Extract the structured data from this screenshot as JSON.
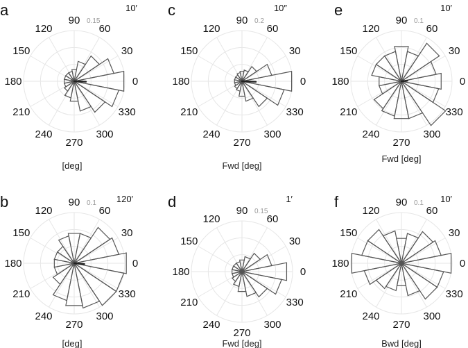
{
  "chart_data": [
    {
      "type": "polar_histogram",
      "panel": "a",
      "time_label": "10′",
      "ring_label": "0.15",
      "rmax": 0.15,
      "xlabel": "[deg]",
      "angle_ticks": [
        "0",
        "30",
        "60",
        "90",
        "120",
        "150",
        "180",
        "210",
        "240",
        "270",
        "300",
        "330"
      ],
      "bin_centers_deg": [
        0,
        22.5,
        45,
        67.5,
        90,
        112.5,
        135,
        157.5,
        180,
        202.5,
        225,
        247.5,
        270,
        292.5,
        315,
        337.5
      ],
      "values": [
        0.15,
        0.12,
        0.09,
        0.06,
        0.035,
        0.03,
        0.03,
        0.03,
        0.03,
        0.03,
        0.035,
        0.05,
        0.06,
        0.09,
        0.11,
        0.135
      ],
      "mean_vector": {
        "angle_deg": -2,
        "length": 0.035
      }
    },
    {
      "type": "polar_histogram",
      "panel": "c",
      "time_label": "10″",
      "ring_label": "0.2",
      "rmax": 0.2,
      "xlabel": "Fwd [deg]",
      "angle_ticks": [
        "0",
        "30",
        "60",
        "90",
        "120",
        "150",
        "180",
        "210",
        "240",
        "270",
        "300",
        "330"
      ],
      "bin_centers_deg": [
        0,
        22.5,
        45,
        67.5,
        90,
        112.5,
        135,
        157.5,
        180,
        202.5,
        225,
        247.5,
        270,
        292.5,
        315,
        337.5
      ],
      "values": [
        0.2,
        0.12,
        0.07,
        0.045,
        0.04,
        0.035,
        0.03,
        0.03,
        0.03,
        0.03,
        0.035,
        0.04,
        0.06,
        0.08,
        0.12,
        0.17
      ],
      "mean_vector": {
        "angle_deg": -2,
        "length": 0.055
      }
    },
    {
      "type": "polar_histogram",
      "panel": "e",
      "time_label": "10′",
      "ring_label": "0.1",
      "rmax": 0.1,
      "xlabel": "Fwd [deg]",
      "angle_ticks": [
        "0",
        "30",
        "60",
        "90",
        "120",
        "150",
        "180",
        "210",
        "240",
        "270",
        "300",
        "330"
      ],
      "bin_centers_deg": [
        0,
        22.5,
        45,
        67.5,
        90,
        112.5,
        135,
        157.5,
        180,
        202.5,
        225,
        247.5,
        270,
        292.5,
        315,
        337.5
      ],
      "values": [
        0.08,
        0.07,
        0.09,
        0.06,
        0.07,
        0.06,
        0.06,
        0.06,
        0.045,
        0.045,
        0.065,
        0.07,
        0.075,
        0.075,
        0.105,
        0.075
      ],
      "mean_vector": {
        "angle_deg": 5,
        "length": 0.012
      }
    },
    {
      "type": "polar_histogram",
      "panel": "b",
      "time_label": "120′",
      "ring_label": "0.1",
      "rmax": 0.1,
      "xlabel": "[deg]",
      "angle_ticks": [
        "0",
        "30",
        "60",
        "90",
        "120",
        "150",
        "180",
        "210",
        "240",
        "270",
        "300",
        "330"
      ],
      "bin_centers_deg": [
        0,
        22.5,
        45,
        67.5,
        90,
        112.5,
        135,
        157.5,
        180,
        202.5,
        225,
        247.5,
        270,
        292.5,
        315,
        337.5
      ],
      "values": [
        0.105,
        0.09,
        0.085,
        0.06,
        0.06,
        0.055,
        0.04,
        0.04,
        0.04,
        0.04,
        0.05,
        0.075,
        0.085,
        0.09,
        0.1,
        0.1
      ],
      "mean_vector": {
        "angle_deg": -4,
        "length": 0.02
      }
    },
    {
      "type": "polar_histogram",
      "panel": "d",
      "time_label": "1′",
      "ring_label": "0.15",
      "rmax": 0.15,
      "xlabel": "Fwd [deg]",
      "angle_ticks": [
        "0",
        "30",
        "60",
        "90",
        "120",
        "150",
        "180",
        "210",
        "240",
        "270",
        "300",
        "330"
      ],
      "bin_centers_deg": [
        0,
        22.5,
        45,
        67.5,
        90,
        112.5,
        135,
        157.5,
        180,
        202.5,
        225,
        247.5,
        270,
        292.5,
        315,
        337.5
      ],
      "values": [
        0.135,
        0.09,
        0.065,
        0.045,
        0.035,
        0.03,
        0.03,
        0.03,
        0.03,
        0.03,
        0.035,
        0.045,
        0.06,
        0.075,
        0.09,
        0.12
      ],
      "mean_vector": {
        "angle_deg": 0,
        "length": 0.0
      }
    },
    {
      "type": "polar_histogram",
      "panel": "f",
      "time_label": "10′",
      "ring_label": "0.1",
      "rmax": 0.1,
      "xlabel": "Bwd [deg]",
      "angle_ticks": [
        "0",
        "30",
        "60",
        "90",
        "120",
        "150",
        "180",
        "210",
        "240",
        "270",
        "300",
        "330"
      ],
      "bin_centers_deg": [
        0,
        22.5,
        45,
        67.5,
        90,
        112.5,
        135,
        157.5,
        180,
        202.5,
        225,
        247.5,
        270,
        292.5,
        315,
        337.5
      ],
      "values": [
        0.1,
        0.08,
        0.075,
        0.06,
        0.05,
        0.065,
        0.08,
        0.08,
        0.1,
        0.075,
        0.06,
        0.055,
        0.045,
        0.065,
        0.085,
        0.085
      ],
      "mean_vector": {
        "angle_deg": 0,
        "length": 0.0
      }
    }
  ]
}
